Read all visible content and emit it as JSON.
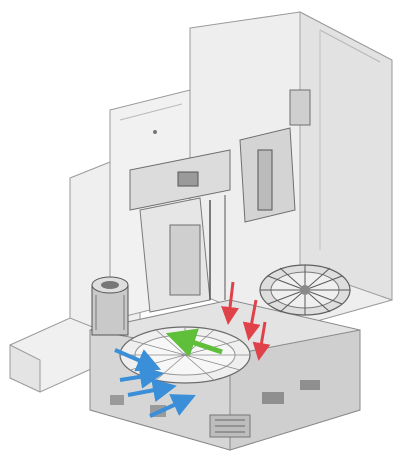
{
  "figure": {
    "background": "#ffffff",
    "palette": {
      "housing_fill": "#ececec",
      "housing_stroke": "#9a9a9a",
      "mechanism_fill": "#d9d9d9",
      "mechanism_dark": "#6f6f6f",
      "transparent_panel": "#f4f4f4"
    },
    "arrows": {
      "inflow": {
        "color": "#3a8fd8",
        "count": 4,
        "meaning": "blue-arrow"
      },
      "outflow": {
        "color": "#e0424a",
        "count": 3,
        "meaning": "red-arrow"
      },
      "transfer": {
        "color": "#5fbf3a",
        "count": 1,
        "meaning": "green-arrow"
      }
    },
    "icons": [
      "machine-housing",
      "front-door-panel",
      "tool-changer-carousel",
      "rotary-table",
      "workpiece-spindle",
      "gantry-arm"
    ]
  }
}
